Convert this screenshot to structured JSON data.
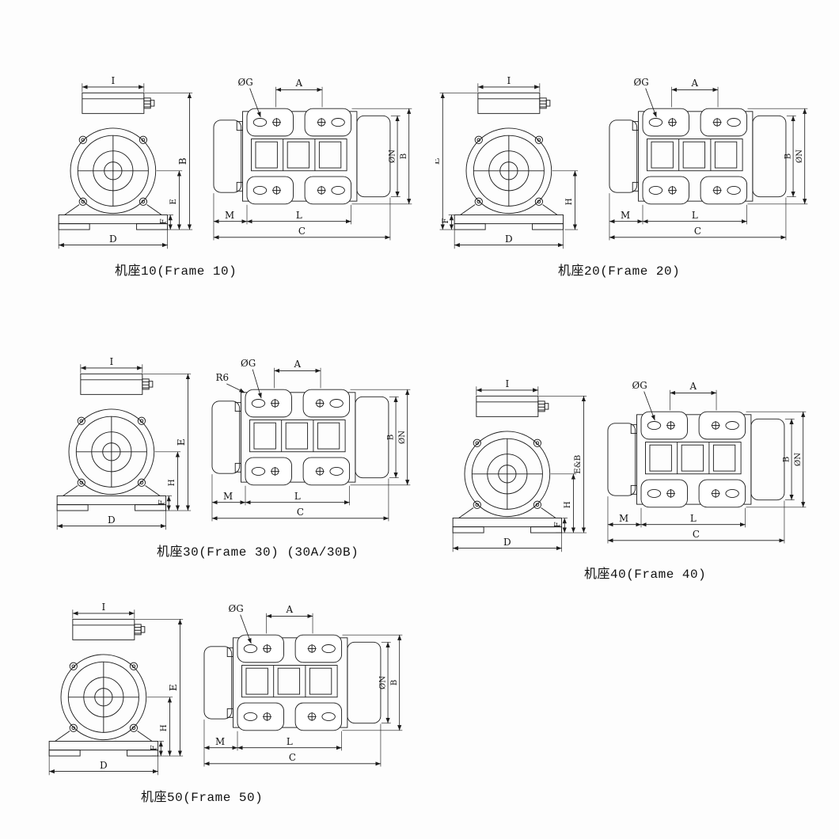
{
  "page": {
    "background": "#fdfdfd",
    "line_color": "#1c1c1c",
    "description": "Vibration motor outline dimension drawings, five frame sizes, each with front end view and side view"
  },
  "frames": [
    {
      "id": "frame10",
      "caption": "机座10(Frame 10)",
      "front": {
        "top": "I",
        "tall": "B",
        "mid": "E",
        "small": "F",
        "bottom": "D"
      },
      "side": {
        "g": "ØG",
        "a": "A",
        "m": "M",
        "l": "L",
        "c": "C",
        "inner": "ØN",
        "outer": "B"
      }
    },
    {
      "id": "frame20",
      "caption": "机座20(Frame 20)",
      "front": {
        "top": "I",
        "tall": "E",
        "mid": "H",
        "small": "F",
        "bottom": "D"
      },
      "side": {
        "g": "ØG",
        "a": "A",
        "m": "M",
        "l": "L",
        "c": "C",
        "inner": "B",
        "outer": "ØN"
      }
    },
    {
      "id": "frame30",
      "caption": "机座30(Frame 30) (30A/30B)",
      "front": {
        "top": "I",
        "tall": "E",
        "mid": "H",
        "small": "F",
        "bottom": "D"
      },
      "side": {
        "r6": "R6",
        "g": "ØG",
        "a": "A",
        "m": "M",
        "l": "L",
        "c": "C",
        "inner": "B",
        "outer": "ØN"
      }
    },
    {
      "id": "frame40",
      "caption": "机座40(Frame 40)",
      "front": {
        "top": "I",
        "tall": "E&B",
        "mid": "H",
        "small": "F",
        "bottom": "D"
      },
      "side": {
        "g": "ØG",
        "a": "A",
        "m": "M",
        "l": "L",
        "c": "C",
        "inner": "B",
        "outer": "ØN"
      }
    },
    {
      "id": "frame50",
      "caption": "机座50(Frame 50)",
      "front": {
        "top": "I",
        "tall": "E",
        "mid": "H",
        "small": "F",
        "bottom": "D"
      },
      "side": {
        "g": "ØG",
        "a": "A",
        "m": "M",
        "l": "L",
        "c": "C",
        "inner": "ØN",
        "outer": "B"
      }
    }
  ]
}
